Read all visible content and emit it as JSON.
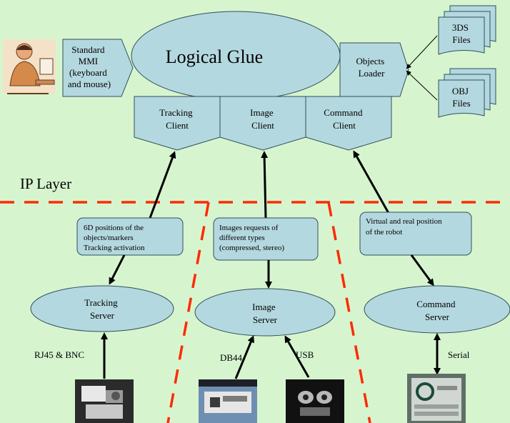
{
  "mmi": {
    "lines": [
      "Standard",
      "MMI",
      "(keyboard",
      "and mouse)"
    ]
  },
  "glue": {
    "title": "Logical Glue"
  },
  "loader": {
    "lines": [
      "Objects",
      "Loader"
    ]
  },
  "files": {
    "f3ds": {
      "lines": [
        "3DS",
        "Files"
      ]
    },
    "fobj": {
      "lines": [
        "OBJ",
        "Files"
      ]
    }
  },
  "clients": {
    "tracking": {
      "lines": [
        "Tracking",
        "Client"
      ]
    },
    "image": {
      "lines": [
        "Image",
        "Client"
      ]
    },
    "command": {
      "lines": [
        "Command",
        "Client"
      ]
    }
  },
  "ip_layer": {
    "label": "IP Layer"
  },
  "notes": {
    "tracking": {
      "lines": [
        "6D positions of the",
        "objects/markers",
        "Tracking activation"
      ]
    },
    "image": {
      "lines": [
        "Images requests of",
        "different types",
        "(compressed, stereo)"
      ]
    },
    "command": {
      "lines": [
        "Virtual and real position",
        "of the robot"
      ]
    }
  },
  "servers": {
    "tracking": {
      "lines": [
        "Tracking",
        "Server"
      ]
    },
    "image": {
      "lines": [
        "Image",
        "Server"
      ]
    },
    "command": {
      "lines": [
        "Command",
        "Server"
      ]
    }
  },
  "links": {
    "rj45": "RJ45 & BNC",
    "db44": "DB44",
    "usb": "USB",
    "serial": "Serial"
  },
  "colors": {
    "background": "#d6f5cf",
    "shape_fill": "#b4d8df",
    "divider": "#ff2a00"
  }
}
